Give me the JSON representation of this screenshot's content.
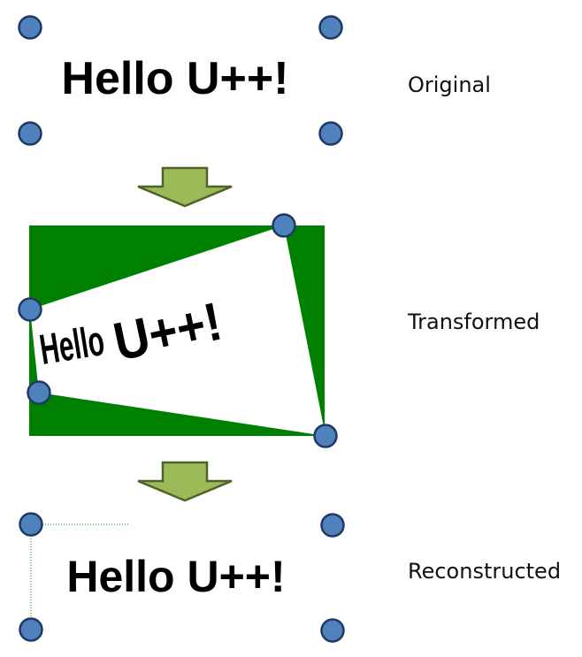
{
  "stages": [
    {
      "label": "Original",
      "text": "Hello U++!"
    },
    {
      "label": "Transformed",
      "text": "Hello U++!"
    },
    {
      "label": "Reconstructed",
      "text": "Hello U++!"
    }
  ],
  "colors": {
    "handle_fill": "#4f81bd",
    "handle_stroke": "#1f3864",
    "arrow_fill": "#9bbb59",
    "arrow_stroke": "#4f6228",
    "background_green": "#008000",
    "quad_fill": "#ffffff",
    "text": "#000000"
  },
  "icons": {
    "handle": "corner-handle-icon",
    "arrow": "down-arrow-icon"
  }
}
